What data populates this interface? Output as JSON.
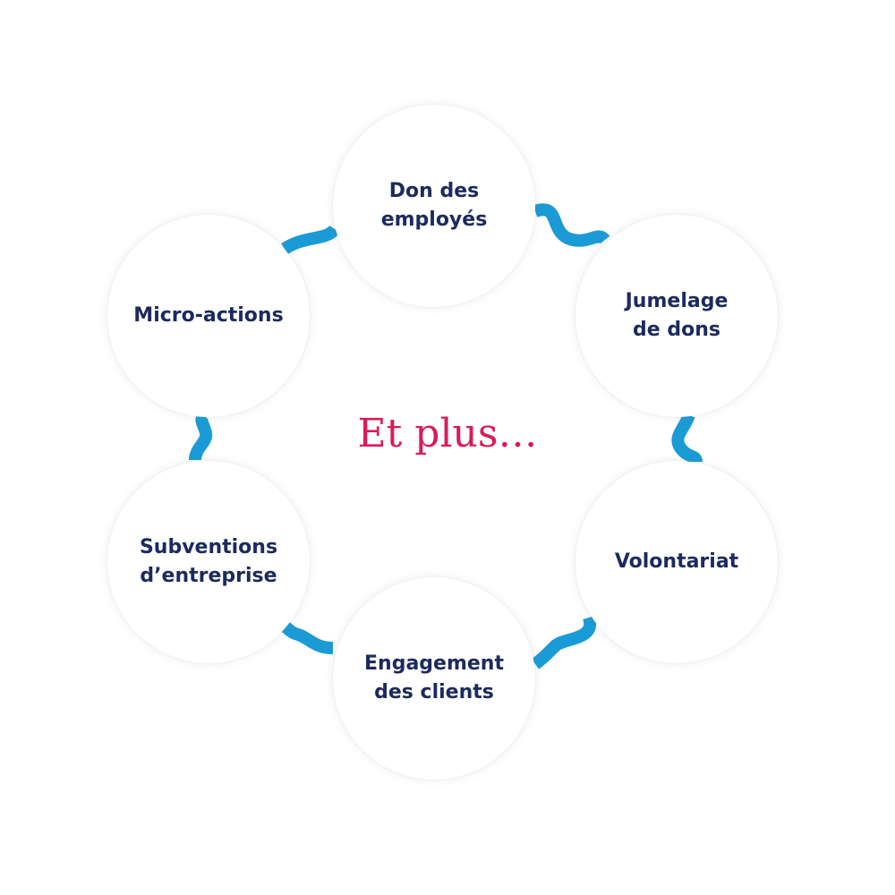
{
  "colors": {
    "text": "#1c2a5e",
    "accent": "#d81b5e",
    "connector": "#1a9bd6"
  },
  "diagram": {
    "center_title": "Et plus…",
    "nodes": [
      {
        "label": "Don des\nemployés"
      },
      {
        "label": "Jumelage\nde dons"
      },
      {
        "label": "Volontariat"
      },
      {
        "label": "Engagement\ndes clients"
      },
      {
        "label": "Subventions\nd’entreprise"
      },
      {
        "label": "Micro-actions"
      }
    ]
  }
}
